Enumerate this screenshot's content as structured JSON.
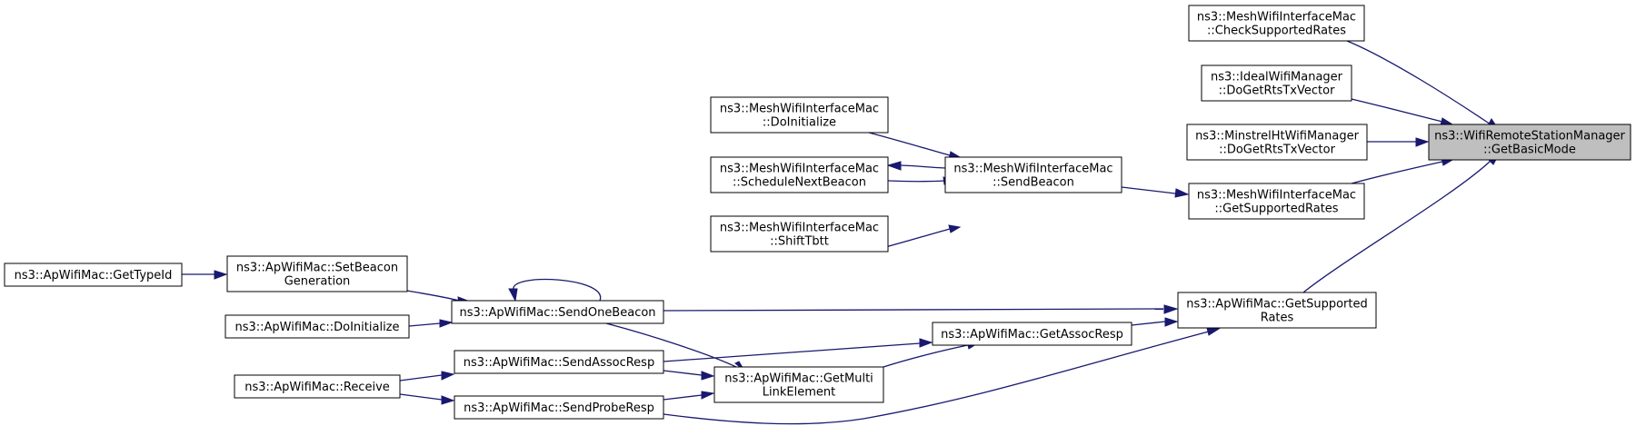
{
  "nodes": [
    {
      "id": "n0",
      "lines": [
        "ns3::WifiRemoteStationManager",
        "::GetBasicMode"
      ],
      "highlight": true
    },
    {
      "id": "n1",
      "lines": [
        "ns3::MeshWifiInterfaceMac",
        "::CheckSupportedRates"
      ]
    },
    {
      "id": "n2",
      "lines": [
        "ns3::IdealWifiManager",
        "::DoGetRtsTxVector"
      ]
    },
    {
      "id": "n3",
      "lines": [
        "ns3::MinstrelHtWifiManager",
        "::DoGetRtsTxVector"
      ]
    },
    {
      "id": "n4",
      "lines": [
        "ns3::MeshWifiInterfaceMac",
        "::GetSupportedRates"
      ]
    },
    {
      "id": "n5",
      "lines": [
        "ns3::ApWifiMac::GetSupported",
        "Rates"
      ]
    },
    {
      "id": "n6",
      "lines": [
        "ns3::MeshWifiInterfaceMac",
        "::SendBeacon"
      ]
    },
    {
      "id": "n7",
      "lines": [
        "ns3::MeshWifiInterfaceMac",
        "::DoInitialize"
      ]
    },
    {
      "id": "n8",
      "lines": [
        "ns3::MeshWifiInterfaceMac",
        "::ScheduleNextBeacon"
      ]
    },
    {
      "id": "n9",
      "lines": [
        "ns3::MeshWifiInterfaceMac",
        "::ShiftTbtt"
      ]
    },
    {
      "id": "n10",
      "lines": [
        "ns3::ApWifiMac::SendOneBeacon"
      ]
    },
    {
      "id": "n11",
      "lines": [
        "ns3::ApWifiMac::SetBeacon",
        "Generation"
      ]
    },
    {
      "id": "n12",
      "lines": [
        "ns3::ApWifiMac::GetTypeId"
      ]
    },
    {
      "id": "n13",
      "lines": [
        "ns3::ApWifiMac::DoInitialize"
      ]
    },
    {
      "id": "n14",
      "lines": [
        "ns3::ApWifiMac::GetAssocResp"
      ]
    },
    {
      "id": "n15",
      "lines": [
        "ns3::ApWifiMac::SendAssocResp"
      ]
    },
    {
      "id": "n16",
      "lines": [
        "ns3::ApWifiMac::GetMulti",
        "LinkElement"
      ]
    },
    {
      "id": "n17",
      "lines": [
        "ns3::ApWifiMac::Receive"
      ]
    },
    {
      "id": "n18",
      "lines": [
        "ns3::ApWifiMac::SendProbeResp"
      ]
    }
  ],
  "edges": [
    {
      "from": "n1",
      "to": "n0"
    },
    {
      "from": "n2",
      "to": "n0"
    },
    {
      "from": "n3",
      "to": "n0"
    },
    {
      "from": "n4",
      "to": "n0"
    },
    {
      "from": "n5",
      "to": "n0"
    },
    {
      "from": "n6",
      "to": "n4"
    },
    {
      "from": "n7",
      "to": "n6"
    },
    {
      "from": "n8",
      "to": "n6"
    },
    {
      "from": "n6",
      "to": "n8"
    },
    {
      "from": "n9",
      "to": "n6"
    },
    {
      "from": "n10",
      "to": "n5"
    },
    {
      "from": "n10",
      "to": "n10"
    },
    {
      "from": "n11",
      "to": "n10"
    },
    {
      "from": "n12",
      "to": "n11"
    },
    {
      "from": "n13",
      "to": "n10"
    },
    {
      "from": "n14",
      "to": "n5"
    },
    {
      "from": "n16",
      "to": "n14"
    },
    {
      "from": "n15",
      "to": "n14"
    },
    {
      "from": "n10",
      "to": "n16"
    },
    {
      "from": "n15",
      "to": "n16"
    },
    {
      "from": "n18",
      "to": "n16"
    },
    {
      "from": "n17",
      "to": "n15"
    },
    {
      "from": "n17",
      "to": "n18"
    },
    {
      "from": "n18",
      "to": "n5"
    }
  ]
}
